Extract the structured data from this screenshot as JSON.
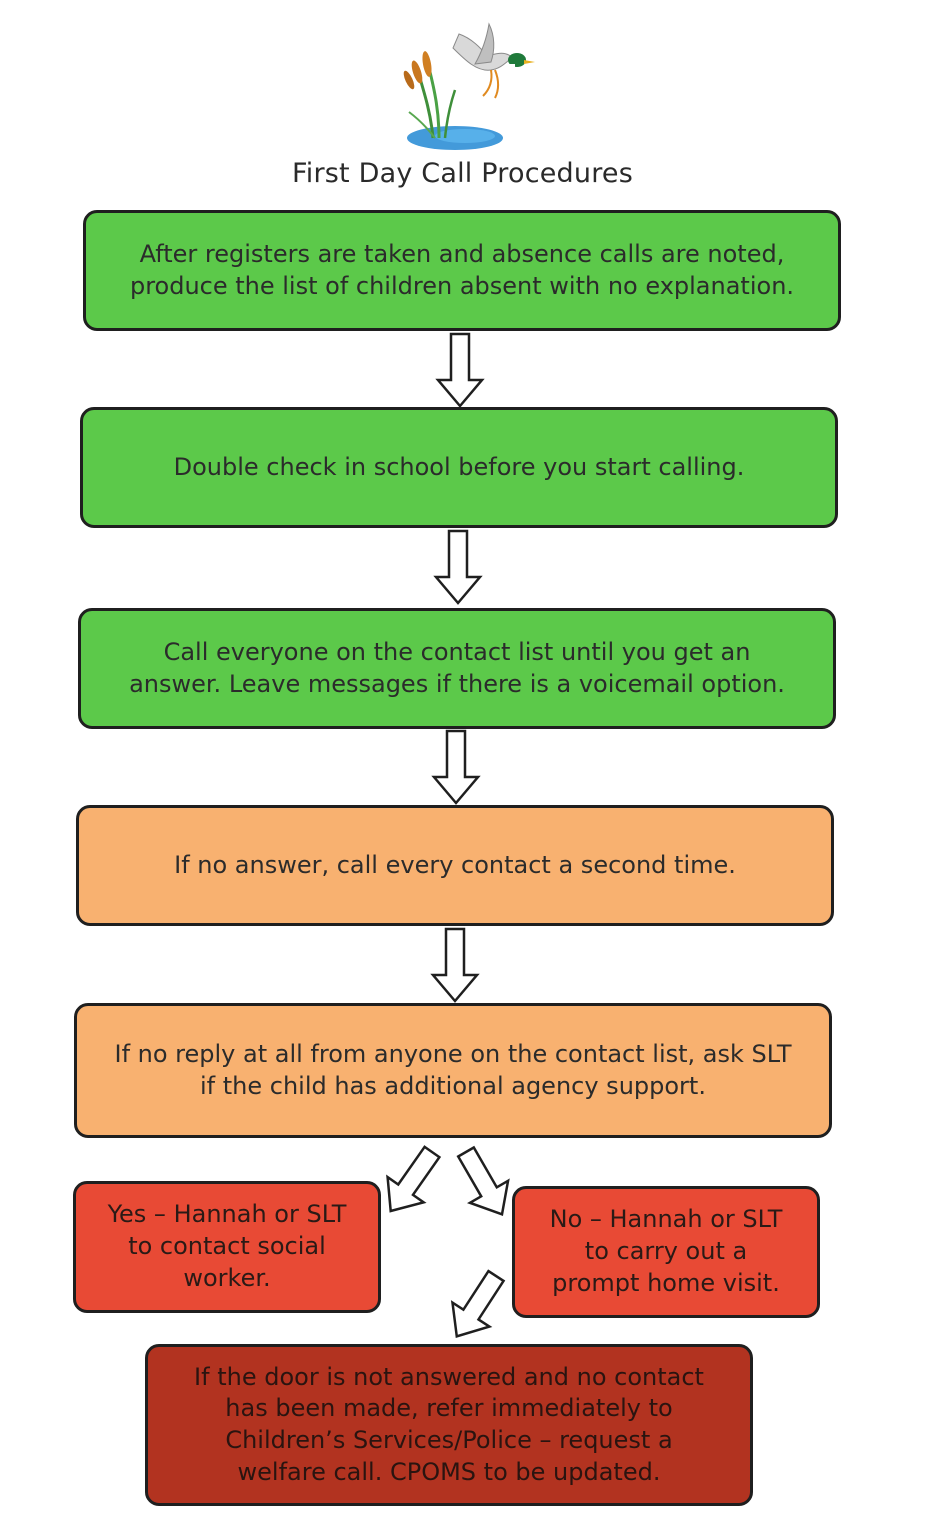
{
  "title": "First Day Call Procedures",
  "steps": [
    {
      "id": "box1",
      "color": "green",
      "text": "After registers are taken and absence calls are noted,\nproduce the list of children absent with no explanation."
    },
    {
      "id": "box2",
      "color": "green",
      "text": "Double check in school before you start calling."
    },
    {
      "id": "box3",
      "color": "green",
      "text": "Call everyone on the contact list until you get an\nanswer. Leave messages if there is a voicemail option."
    },
    {
      "id": "box4",
      "color": "orange",
      "text": "If no answer, call every contact a second time."
    },
    {
      "id": "box5",
      "color": "orange",
      "text": "If no reply at all from anyone on the contact list, ask SLT\nif the child has additional agency support."
    },
    {
      "id": "box6",
      "color": "red",
      "text": "Yes – Hannah or SLT\nto contact social\nworker."
    },
    {
      "id": "box7",
      "color": "red",
      "text": "No – Hannah or SLT\nto carry out a\nprompt home visit."
    },
    {
      "id": "box8",
      "color": "dark-red",
      "text": "If the door is not answered and no contact\nhas been made, refer immediately to\nChildren’s Services/Police – request a\nwelfare call. CPOMS to be updated."
    }
  ],
  "colors": {
    "green": "#5cc94a",
    "orange": "#f8b170",
    "red": "#e84a35",
    "dark_red": "#b23320",
    "border": "#1f1f1f"
  },
  "logo": "duck-reeds-pond-logo"
}
